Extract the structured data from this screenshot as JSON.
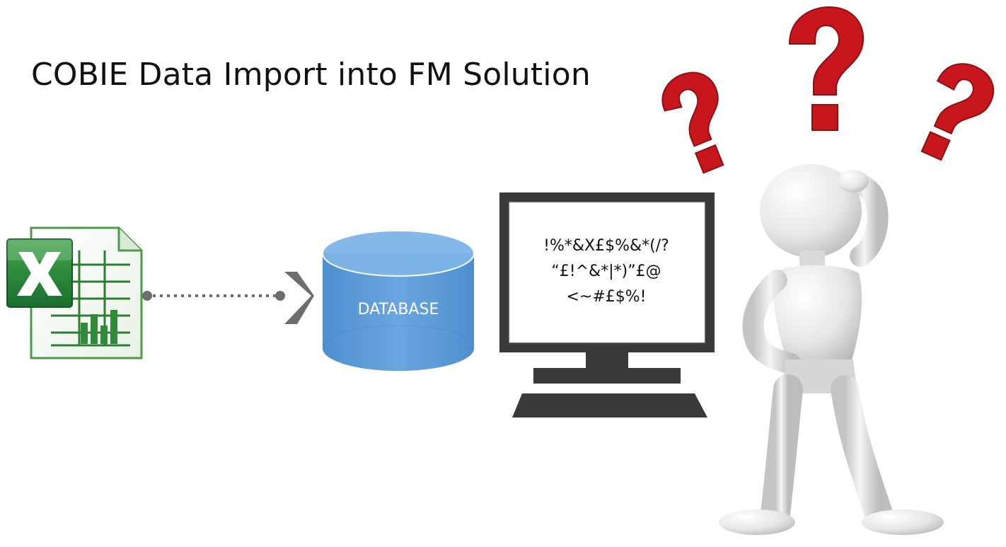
{
  "title": "COBIE Data Import into FM Solution",
  "database": {
    "label": "DATABASE"
  },
  "monitor": {
    "lines": [
      "!%*&X£$%&*(/?",
      "“£!^&*|*)”£@",
      "<~#£$%!"
    ]
  },
  "icons": {
    "spreadsheet": "excel-file-icon",
    "connector": "dotted-arrow-connector",
    "database": "database-cylinder-icon",
    "computer": "desktop-computer-icon",
    "person": "confused-person-figure",
    "question_marks": "question-mark-icon"
  },
  "colors": {
    "excel_green": "#1e7b3a",
    "database_blue": "#5b9bd5",
    "monitor_dark": "#3a3a3a",
    "question_red": "#c8161d",
    "connector_gray": "#6d6d6d"
  }
}
